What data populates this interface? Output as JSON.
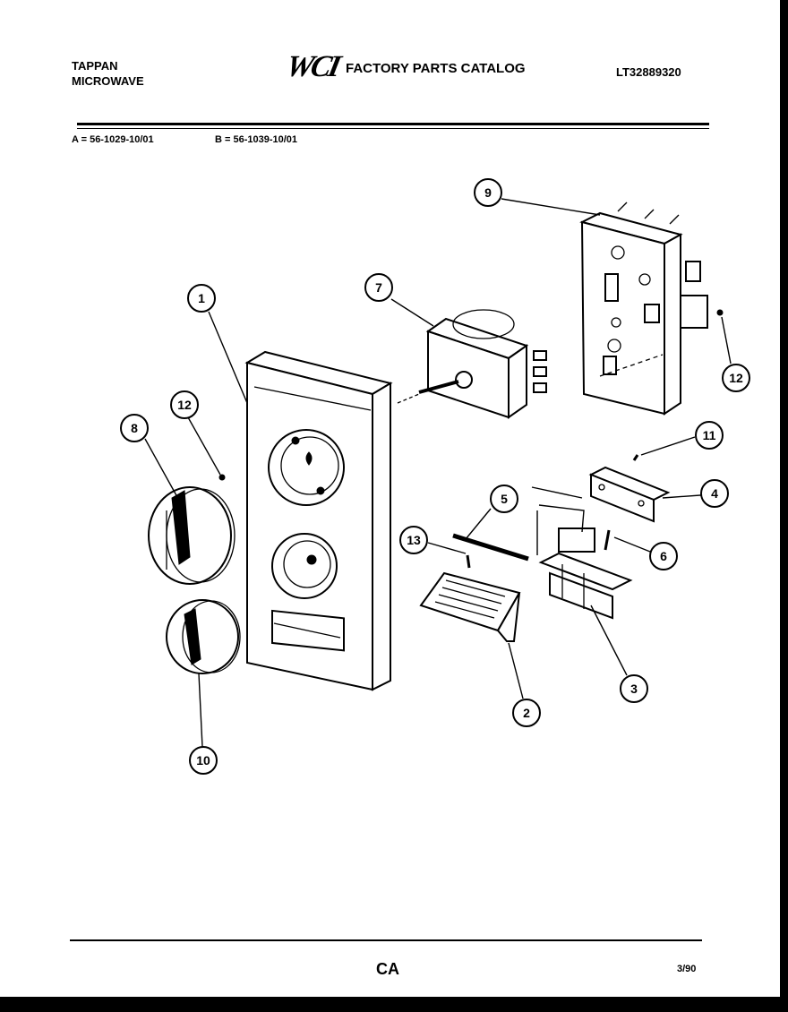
{
  "header": {
    "brand_line1": "TAPPAN",
    "brand_line2": "MICROWAVE",
    "logo": "WCI",
    "catalog_title": "FACTORY PARTS CATALOG",
    "catalog_number": "LT32889320"
  },
  "variants": {
    "a": "A = 56-1029-10/01",
    "b": "B = 56-1039-10/01"
  },
  "callouts": [
    "1",
    "2",
    "3",
    "4",
    "5",
    "6",
    "7",
    "8",
    "9",
    "10",
    "11",
    "12",
    "12",
    "13"
  ],
  "footer": {
    "page_code": "CA",
    "date": "3/90"
  }
}
